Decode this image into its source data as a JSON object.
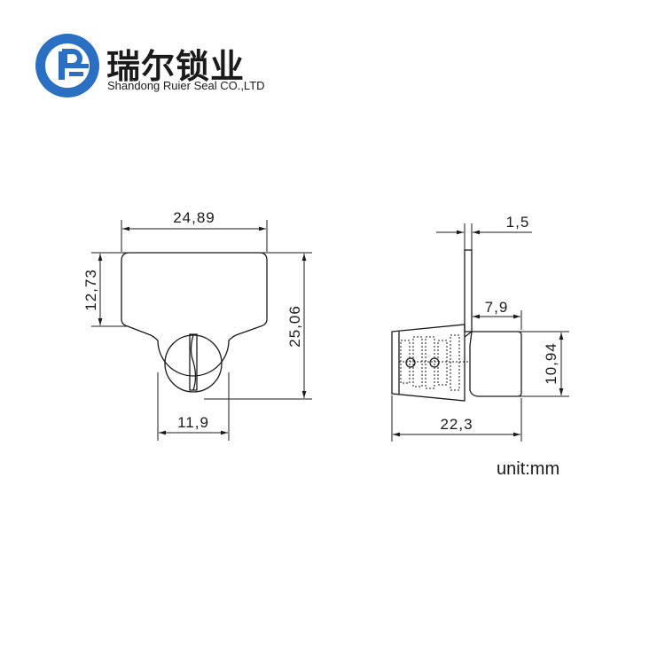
{
  "logo": {
    "icon": "rf-monogram-logo",
    "brand_cn": "瑞尔锁业",
    "brand_en": "Shandong Ruier Seal CO.,LTD",
    "color": "#2b6fc2"
  },
  "dimensions": {
    "front_width": "24,89",
    "front_upper_height": "12,73",
    "front_total_height": "25,06",
    "front_ring_width": "11,9",
    "side_flap_thickness": "1,5",
    "side_offset": "7,9",
    "side_body_height": "10,94",
    "side_total_length": "22,3"
  },
  "unit_label": "unit:mm"
}
